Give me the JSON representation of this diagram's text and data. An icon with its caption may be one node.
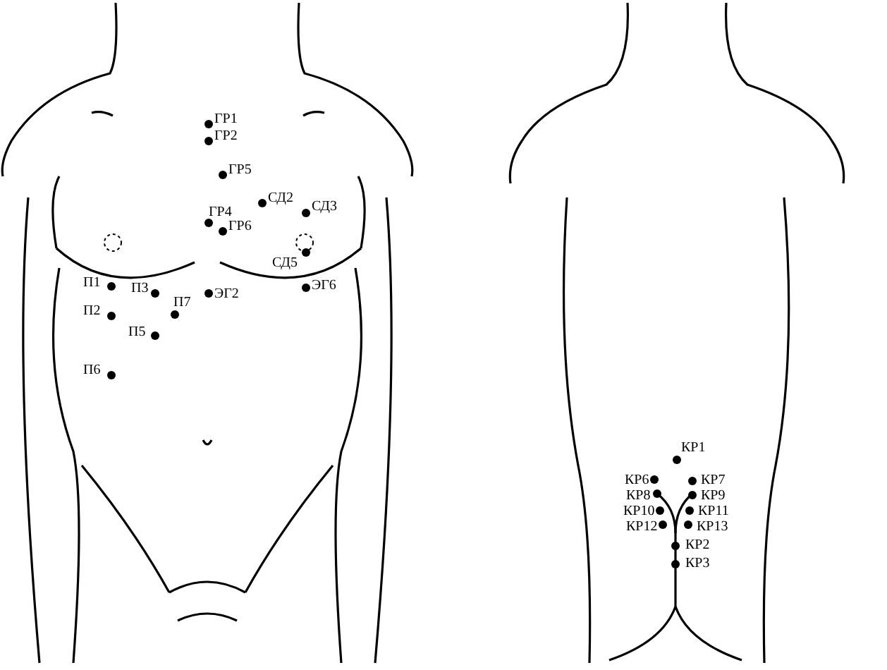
{
  "diagram": {
    "labels": [
      "ГР1",
      "ГР2",
      "ГР5",
      "СД2",
      "СД3",
      "ГР4",
      "ГР6",
      "СД5",
      "ЭГ6",
      "П1",
      "П3",
      "П7",
      "ЭГ2",
      "П2",
      "П5",
      "П6",
      "КР1",
      "КР6",
      "КР7",
      "КР8",
      "КР9",
      "КР10",
      "КР11",
      "КР12",
      "КР13",
      "КР2",
      "КР3"
    ]
  }
}
